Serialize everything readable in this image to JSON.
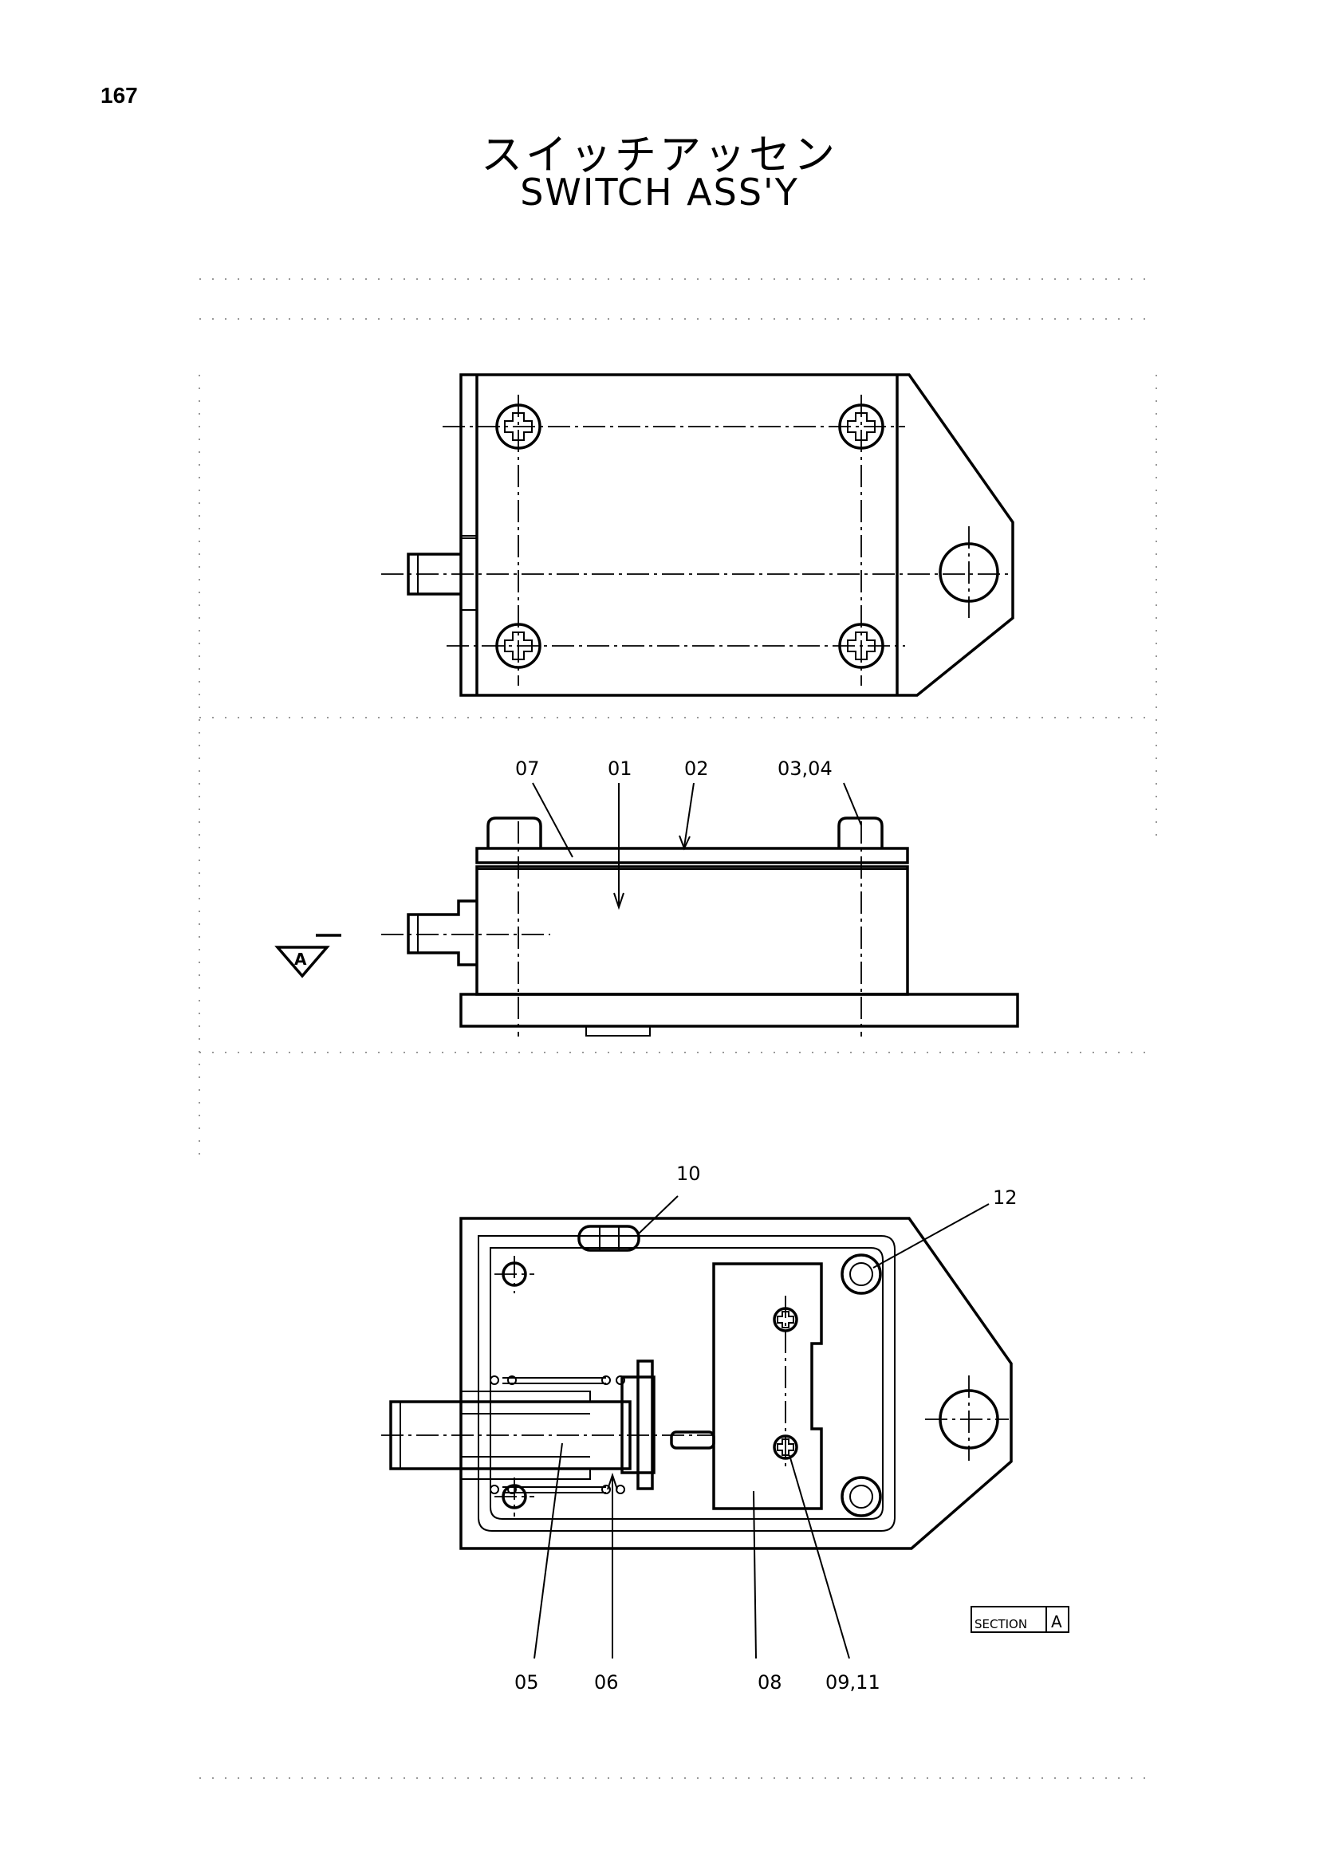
{
  "page_number": "167",
  "title_jp": "スイッチアッセン",
  "title_en": "SWITCH ASS'Y",
  "view_marker": "A",
  "section_label": "SECTION",
  "section_letter": "A",
  "part_labels": {
    "p07": "07",
    "p01": "01",
    "p02": "02",
    "p0304": "03,04",
    "p10": "10",
    "p12": "12",
    "p05": "05",
    "p06": "06",
    "p08": "08",
    "p0911": "09,11"
  }
}
